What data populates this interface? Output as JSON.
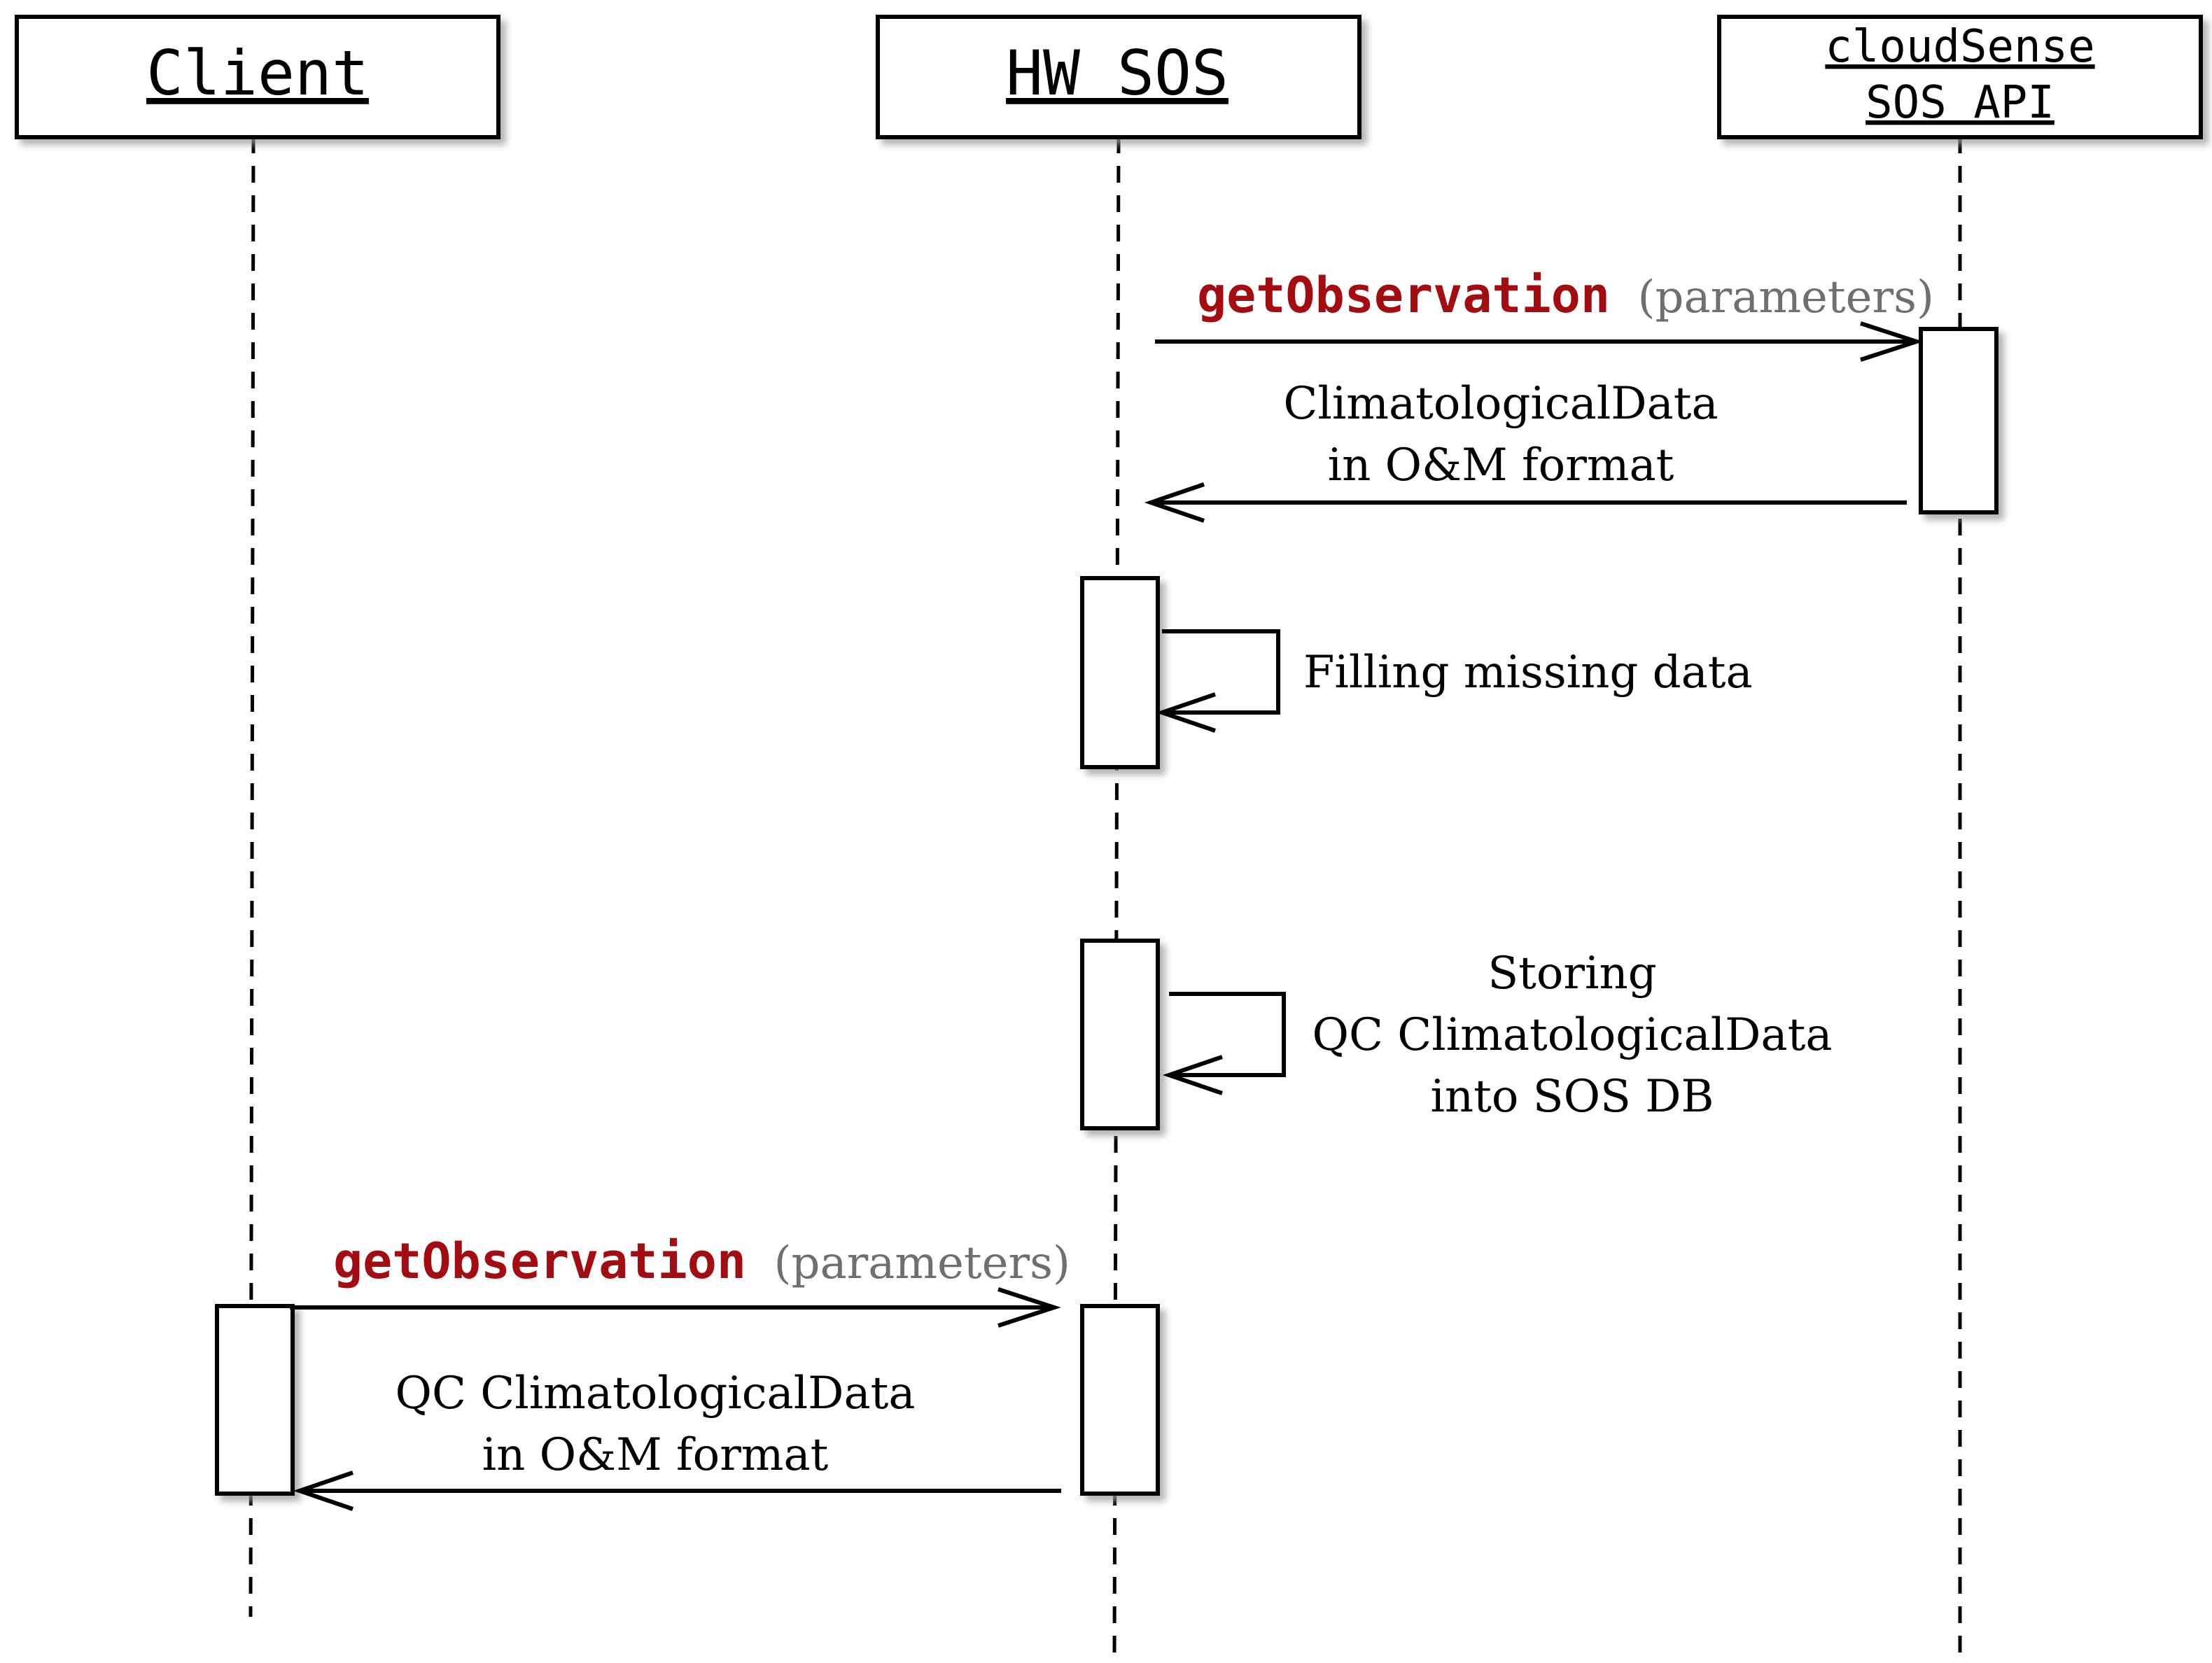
{
  "participants": {
    "client": {
      "title": "Client"
    },
    "hwsos": {
      "title": "HW SOS"
    },
    "cloudsense": {
      "line1": "cloudSense",
      "line2": "SOS API"
    }
  },
  "messages": {
    "get_obs_1": {
      "name": "getObservation",
      "params": "(parameters)"
    },
    "climatological": {
      "line1": "ClimatologicalData",
      "line2": "in O&M format"
    },
    "filling": {
      "text": "Filling missing data"
    },
    "storing": {
      "line1": "Storing",
      "line2": "QC ClimatologicalData",
      "line3": "into SOS DB"
    },
    "get_obs_2": {
      "name": "getObservation",
      "params": "(parameters)"
    },
    "qc_climatological": {
      "line1": "QC ClimatologicalData",
      "line2": "in O&M format"
    }
  },
  "colors": {
    "message_name": "#a30d12",
    "params": "#6f6f6f",
    "line": "#000000",
    "shadow": "#bcbcbc"
  }
}
